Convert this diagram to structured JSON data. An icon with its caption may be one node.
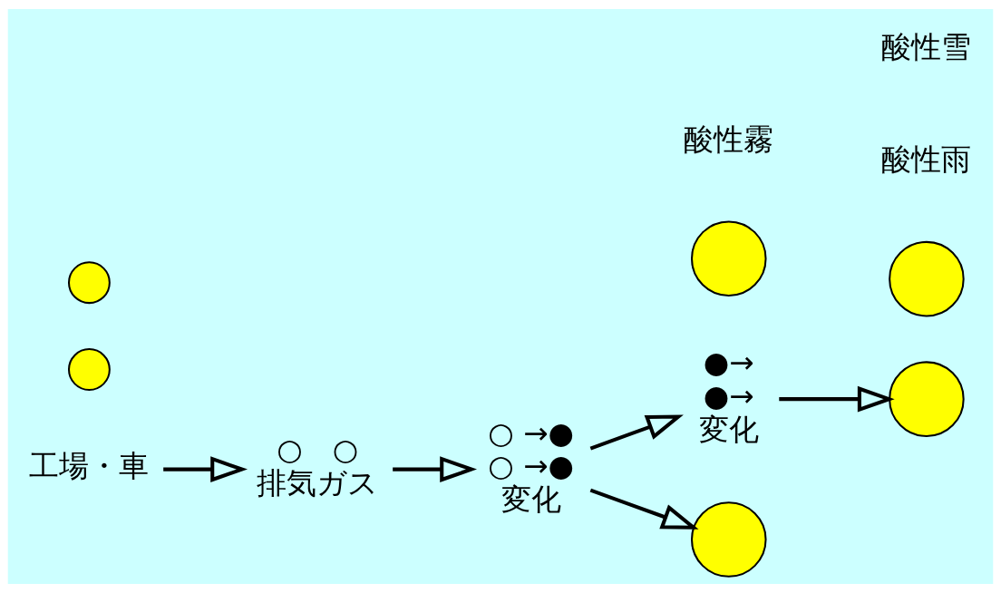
{
  "diagram": {
    "nodes": [
      {
        "text": [
          "工場・車"
        ]
      },
      {
        "text": [
          "○　○",
          "排気ガス"
        ]
      },
      {
        "text": [
          "○ →●",
          "○ →●",
          "変化"
        ]
      },
      {
        "text": [
          "●→",
          "●→",
          "変化"
        ]
      },
      {
        "text": [],
        "shape": "circle"
      },
      {
        "text": [],
        "shape": "circle"
      },
      {
        "text": [],
        "shape": "circle"
      },
      {
        "text": [],
        "shape": "circle"
      },
      {
        "text": [],
        "shape": "circle"
      },
      {
        "text": [],
        "shape": "circle"
      }
    ],
    "edges": [
      {
        "from": 0,
        "to": 1,
        "arrow": "to"
      },
      {
        "from": 1,
        "to": 2,
        "arrow": "to"
      },
      {
        "from": 2,
        "to": 3,
        "arrow": "to"
      },
      {
        "from": 2,
        "to": 6,
        "arrow": "to"
      },
      {
        "from": 3,
        "to": 8,
        "arrow": "to"
      }
    ],
    "labels": [
      "酸性霧",
      "酸性雨",
      "酸性雪"
    ]
  }
}
